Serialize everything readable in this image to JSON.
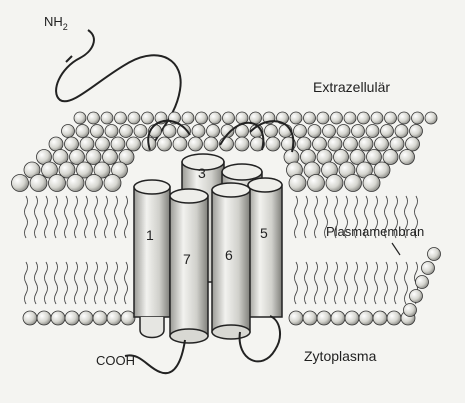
{
  "labels": {
    "n_terminus": "NH",
    "n_terminus_sub": "2",
    "extracellular": "Extrazellulär",
    "membrane": "Plasmamembran",
    "cytoplasm": "Zytoplasma",
    "c_terminus": "COOH"
  },
  "helices": [
    "1",
    "7",
    "6",
    "5",
    "3"
  ],
  "colors": {
    "background": "#f4f4f1",
    "line": "#222222",
    "bead_fill": "#d6d6d0"
  }
}
